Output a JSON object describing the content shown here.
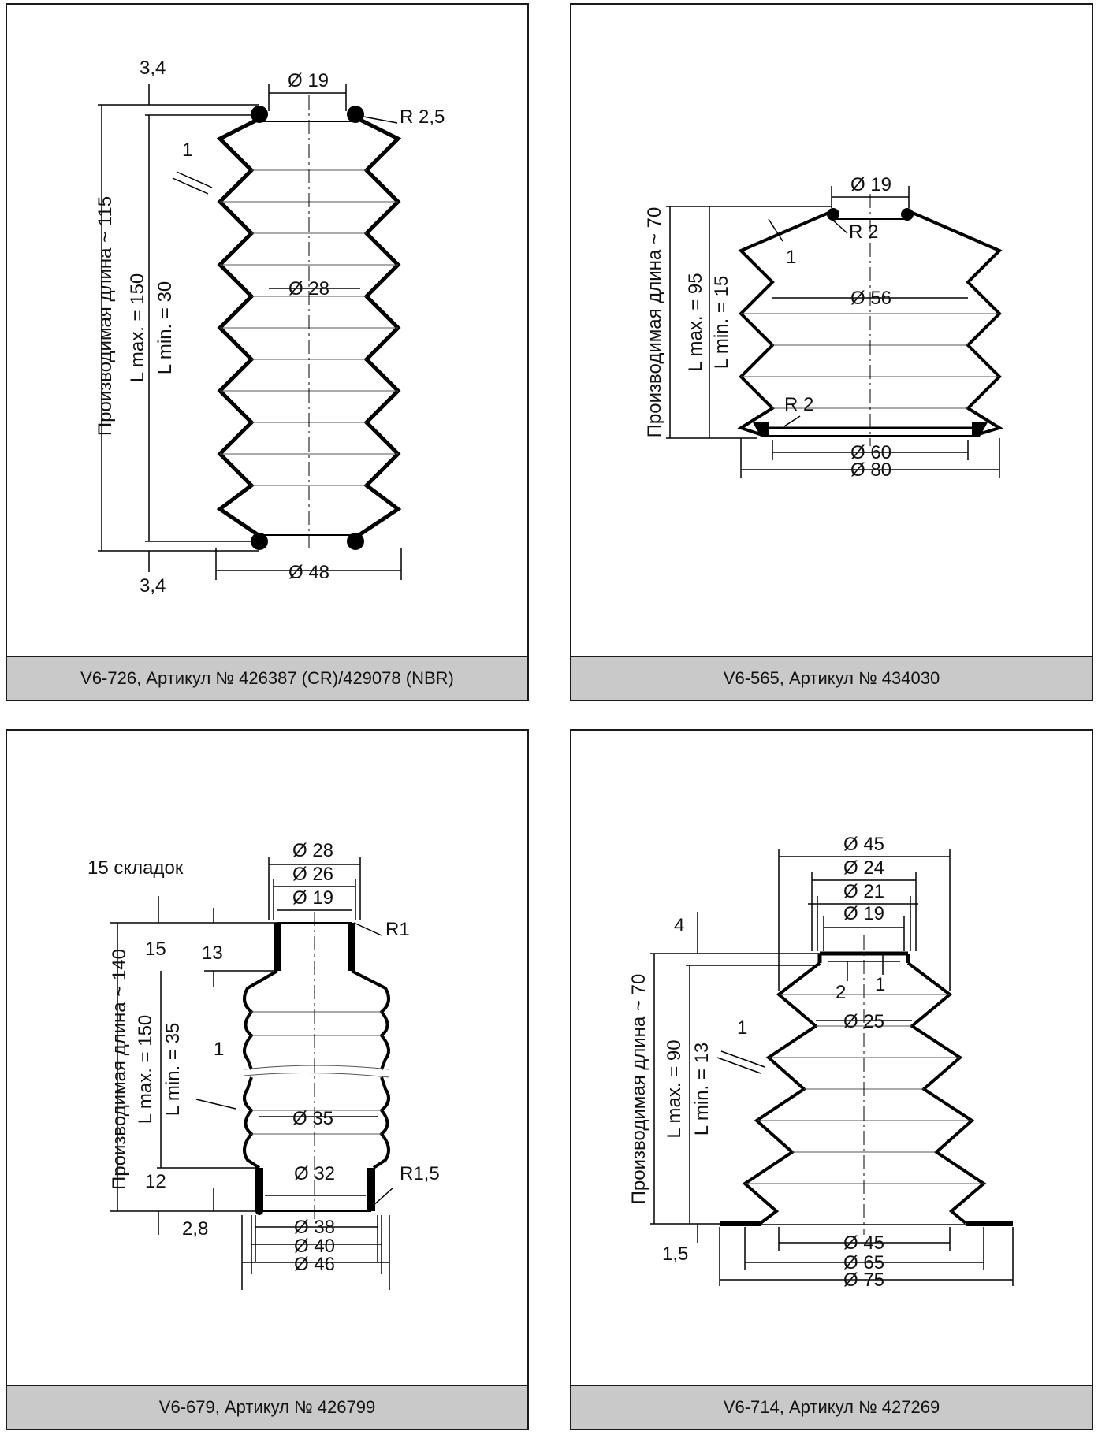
{
  "panels": [
    {
      "caption": "V6-726, Артикул № 426387 (CR)/429078 (NBR)",
      "labels": {
        "d_top": "Ø 19",
        "radius": "R 2,5",
        "d_mid": "Ø 28",
        "d_bottom": "Ø 48",
        "off_top": "3,4",
        "off_bottom": "3,4",
        "wall": "1",
        "prod_length": "Производимая длина ~ 115",
        "lmax": "L max. = 150",
        "lmin": "L min. = 30"
      }
    },
    {
      "caption": "V6-565, Артикул № 434030",
      "labels": {
        "d_top": "Ø 19",
        "r_top": "R 2",
        "wall": "1",
        "d_mid": "Ø 56",
        "r_bottom": "R 2",
        "d_bottom_inner": "Ø 60",
        "d_bottom_outer": "Ø 80",
        "prod_length": "Производимая длина ~ 70",
        "lmax": "L max. = 95",
        "lmin": "L min. = 15"
      }
    },
    {
      "caption": "V6-679, Артикул № 426799",
      "labels": {
        "folds": "15 складок",
        "d28": "Ø 28",
        "d26": "Ø 26",
        "d19": "Ø 19",
        "r1": "R1",
        "n15": "15",
        "n13": "13",
        "wall": "1",
        "d35": "Ø 35",
        "n12": "12",
        "d32": "Ø 32",
        "r15": "R1,5",
        "n28": "2,8",
        "d38": "Ø 38",
        "d40": "Ø 40",
        "d46": "Ø 46",
        "prod_length": "Производимая длина ~ 140",
        "lmax": "L max. = 150",
        "lmin": "L min. = 35"
      }
    },
    {
      "caption": "V6-714, Артикул № 427269",
      "labels": {
        "d45t": "Ø 45",
        "d24": "Ø 24",
        "d21": "Ø 21",
        "d19": "Ø 19",
        "n4": "4",
        "n2": "2",
        "n1": "1",
        "wall": "1",
        "d25": "Ø 25",
        "n15": "1,5",
        "d45b": "Ø 45",
        "d65": "Ø 65",
        "d75": "Ø 75",
        "prod_length": "Производимая длина ~ 70",
        "lmax": "L max. = 90",
        "lmin": "L min. = 13"
      }
    }
  ]
}
